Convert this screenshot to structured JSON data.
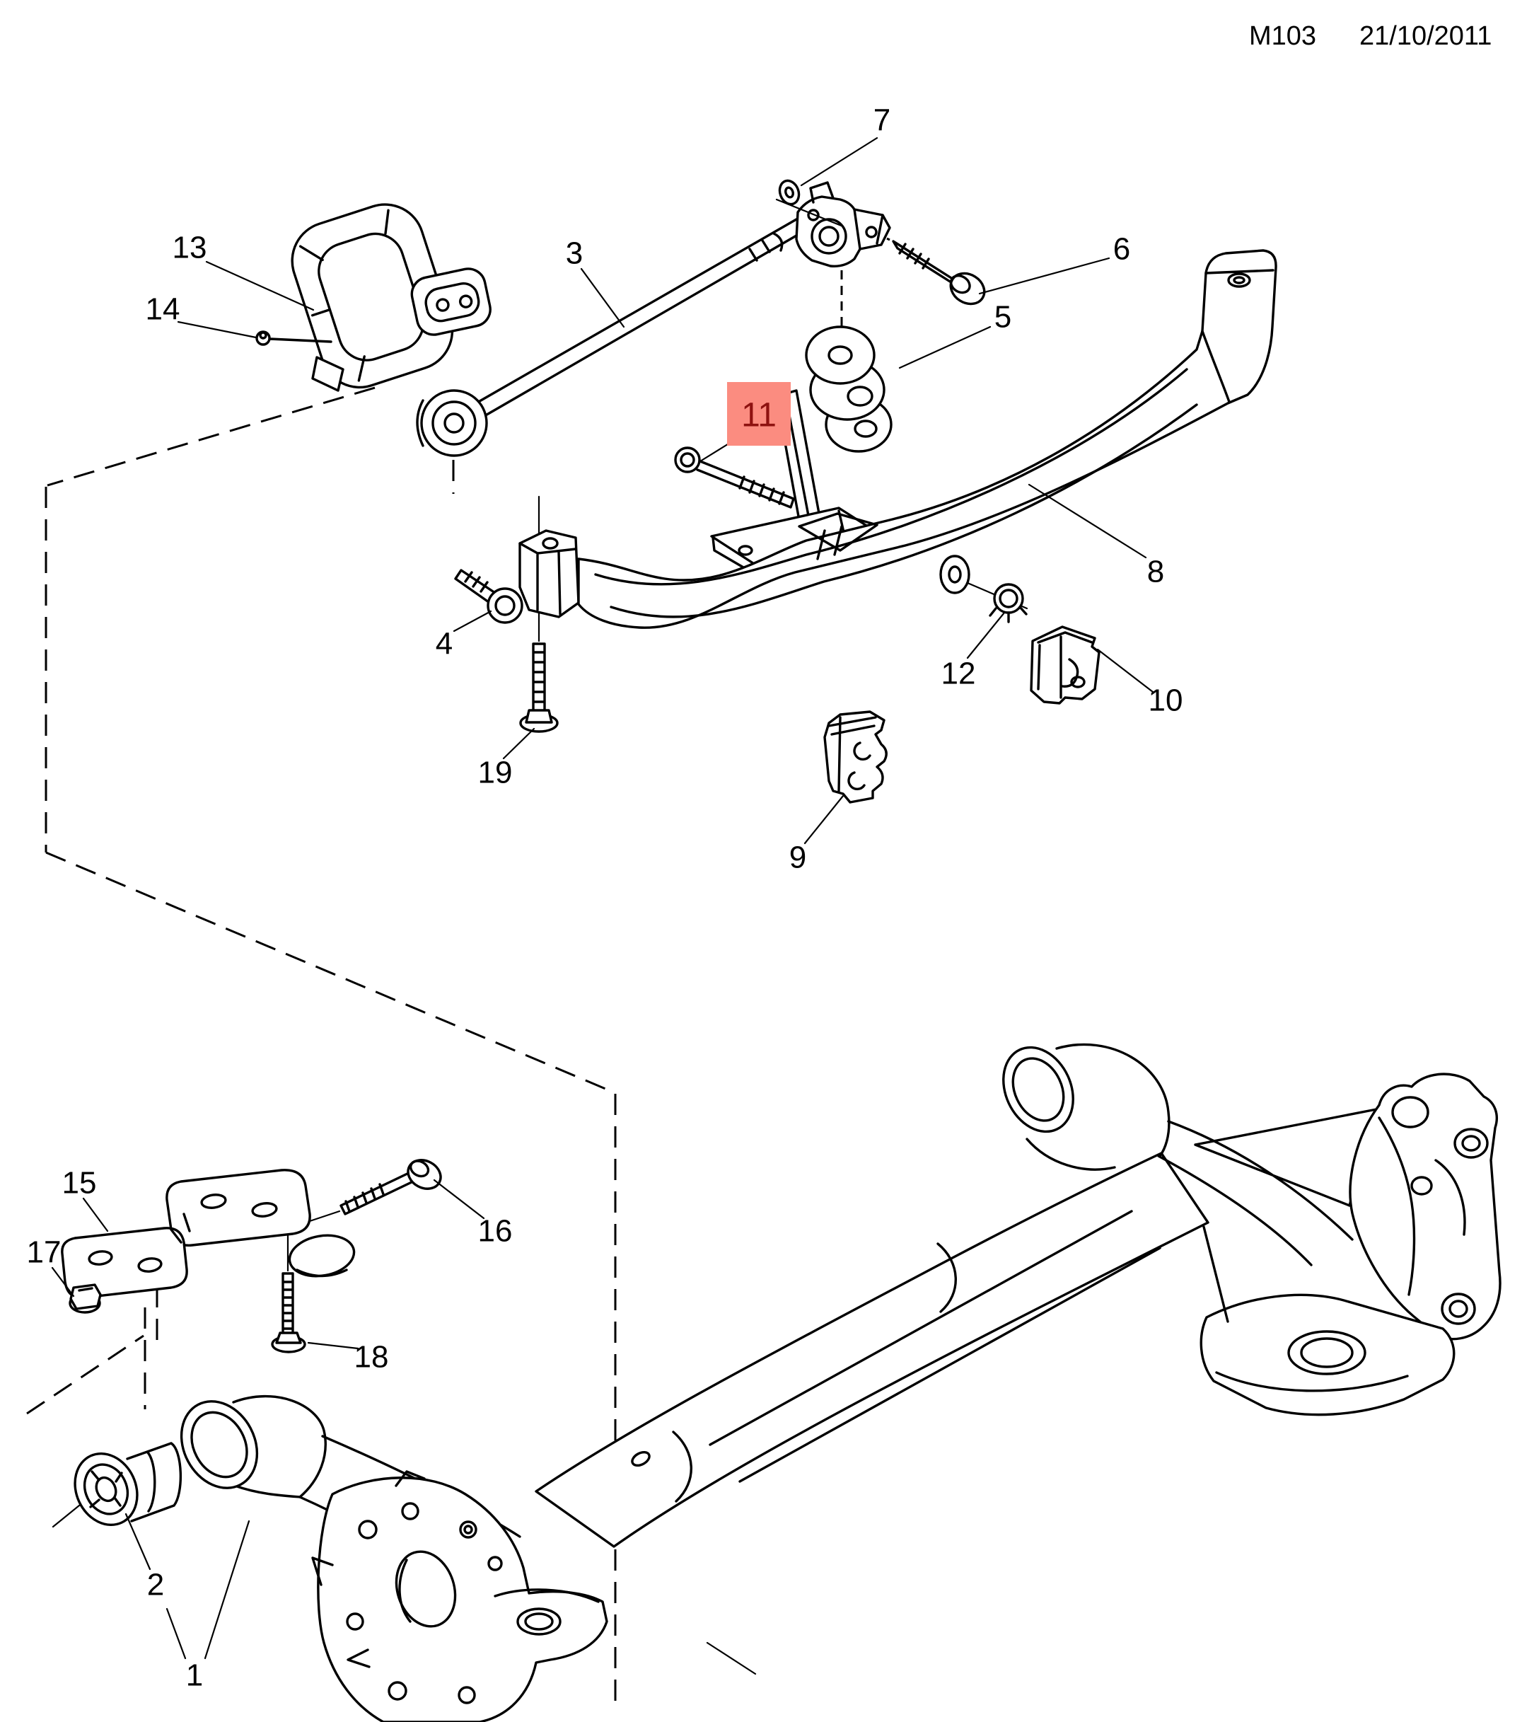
{
  "header": {
    "doc_code": "M103",
    "date": "21/10/2011"
  },
  "highlight": {
    "box_color": "#FB8C80",
    "text_color": "#8E1210"
  },
  "callouts": {
    "c1": "1",
    "c2": "2",
    "c3": "3",
    "c4": "4",
    "c5": "5",
    "c6": "6",
    "c7": "7",
    "c8": "8",
    "c9": "9",
    "c10": "10",
    "c11": "11",
    "c12": "12",
    "c13": "13",
    "c14": "14",
    "c15": "15",
    "c16": "16",
    "c17": "17",
    "c18": "18",
    "c19": "19"
  }
}
